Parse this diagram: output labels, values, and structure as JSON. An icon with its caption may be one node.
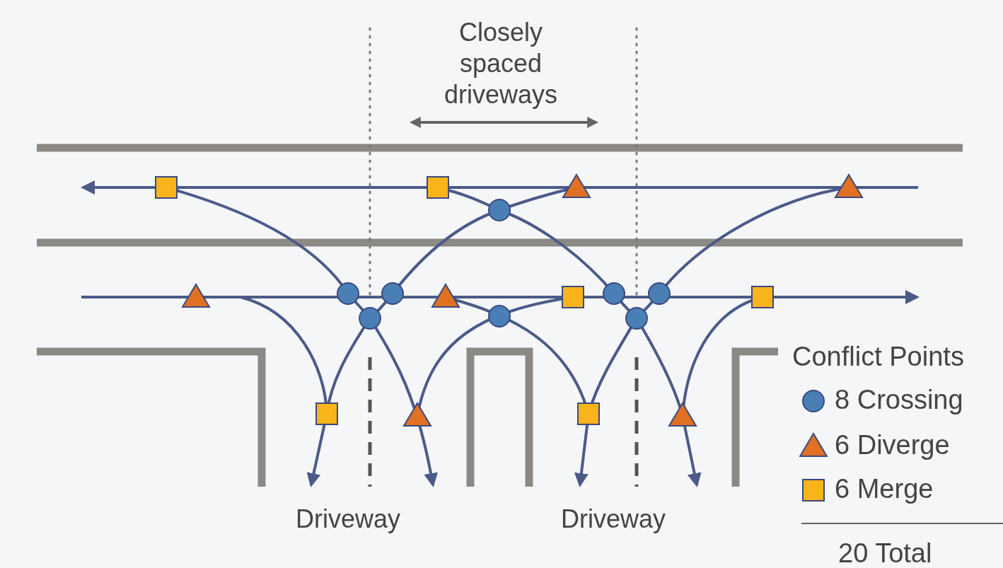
{
  "diagram": {
    "labels": [
      "Closely spaced driveways",
      "Conflict Points",
      "Driveway",
      "Driveway",
      "20 Total"
    ],
    "legend": [
      {
        "text": "8 Crossing",
        "color": "#4a7fb5"
      },
      {
        "text": "6 Diverge",
        "color": "#e07022"
      },
      {
        "text": "6 Merge",
        "color": "#f8b41a"
      }
    ]
  }
}
